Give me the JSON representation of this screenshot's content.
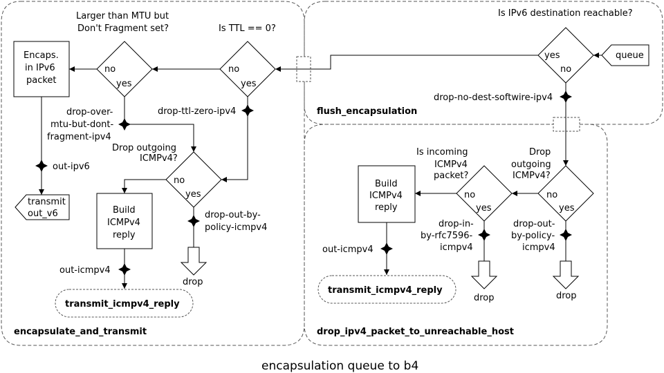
{
  "caption": "encapsulation queue to b4",
  "groups": {
    "encap": "encapsulate_and_transmit",
    "flush": "flush_encapsulation",
    "drop_unreach": "drop_ipv4_packet_to_unreachable_host"
  },
  "queue": "queue",
  "questions": {
    "ipv6_reachable": "Is IPv6 destination reachable?",
    "ttl_zero": "Is TTL == 0?",
    "mtu_line1": "Larger than MTU but",
    "mtu_line2": "Don't Fragment set?",
    "drop_out_l_line1": "Drop outgoing",
    "drop_out_l_line2": "ICMPv4?",
    "incoming_line1": "Is incoming",
    "incoming_line2": "ICMPv4",
    "incoming_line3": "packet?",
    "drop_out_r_line1": "Drop",
    "drop_out_r_line2": "outgoing",
    "drop_out_r_line3": "ICMPv4?"
  },
  "answers": {
    "yes": "yes",
    "no": "no"
  },
  "boxes": {
    "encaps_line1": "Encaps.",
    "encaps_line2": "in IPv6",
    "encaps_line3": "packet",
    "build_line1": "Build",
    "build_line2": "ICMPv4",
    "build_line3": "reply"
  },
  "ports": {
    "drop_no_dest": "drop-no-dest-softwire-ipv4",
    "drop_ttl_zero": "drop-ttl-zero-ipv4",
    "drop_over_mtu_line1": "drop-over-",
    "drop_over_mtu_line2": "mtu-but-dont-",
    "drop_over_mtu_line3": "fragment-ipv4",
    "out_ipv6": "out-ipv6",
    "drop_out_policy_l_line1": "drop-out-by-",
    "drop_out_policy_l_line2": "policy-icmpv4",
    "out_icmpv4": "out-icmpv4",
    "drop_in_rfc_line1": "drop-in-",
    "drop_in_rfc_line2": "by-rfc7596-",
    "drop_in_rfc_line3": "icmpv4",
    "drop_out_policy_r_line1": "drop-out-",
    "drop_out_policy_r_line2": "by-policy-",
    "drop_out_policy_r_line3": "icmpv4"
  },
  "transmit_out_line1": "transmit",
  "transmit_out_line2": "out_v6",
  "drop_label": "drop",
  "transmit_icmp": "transmit_icmpv4_reply"
}
